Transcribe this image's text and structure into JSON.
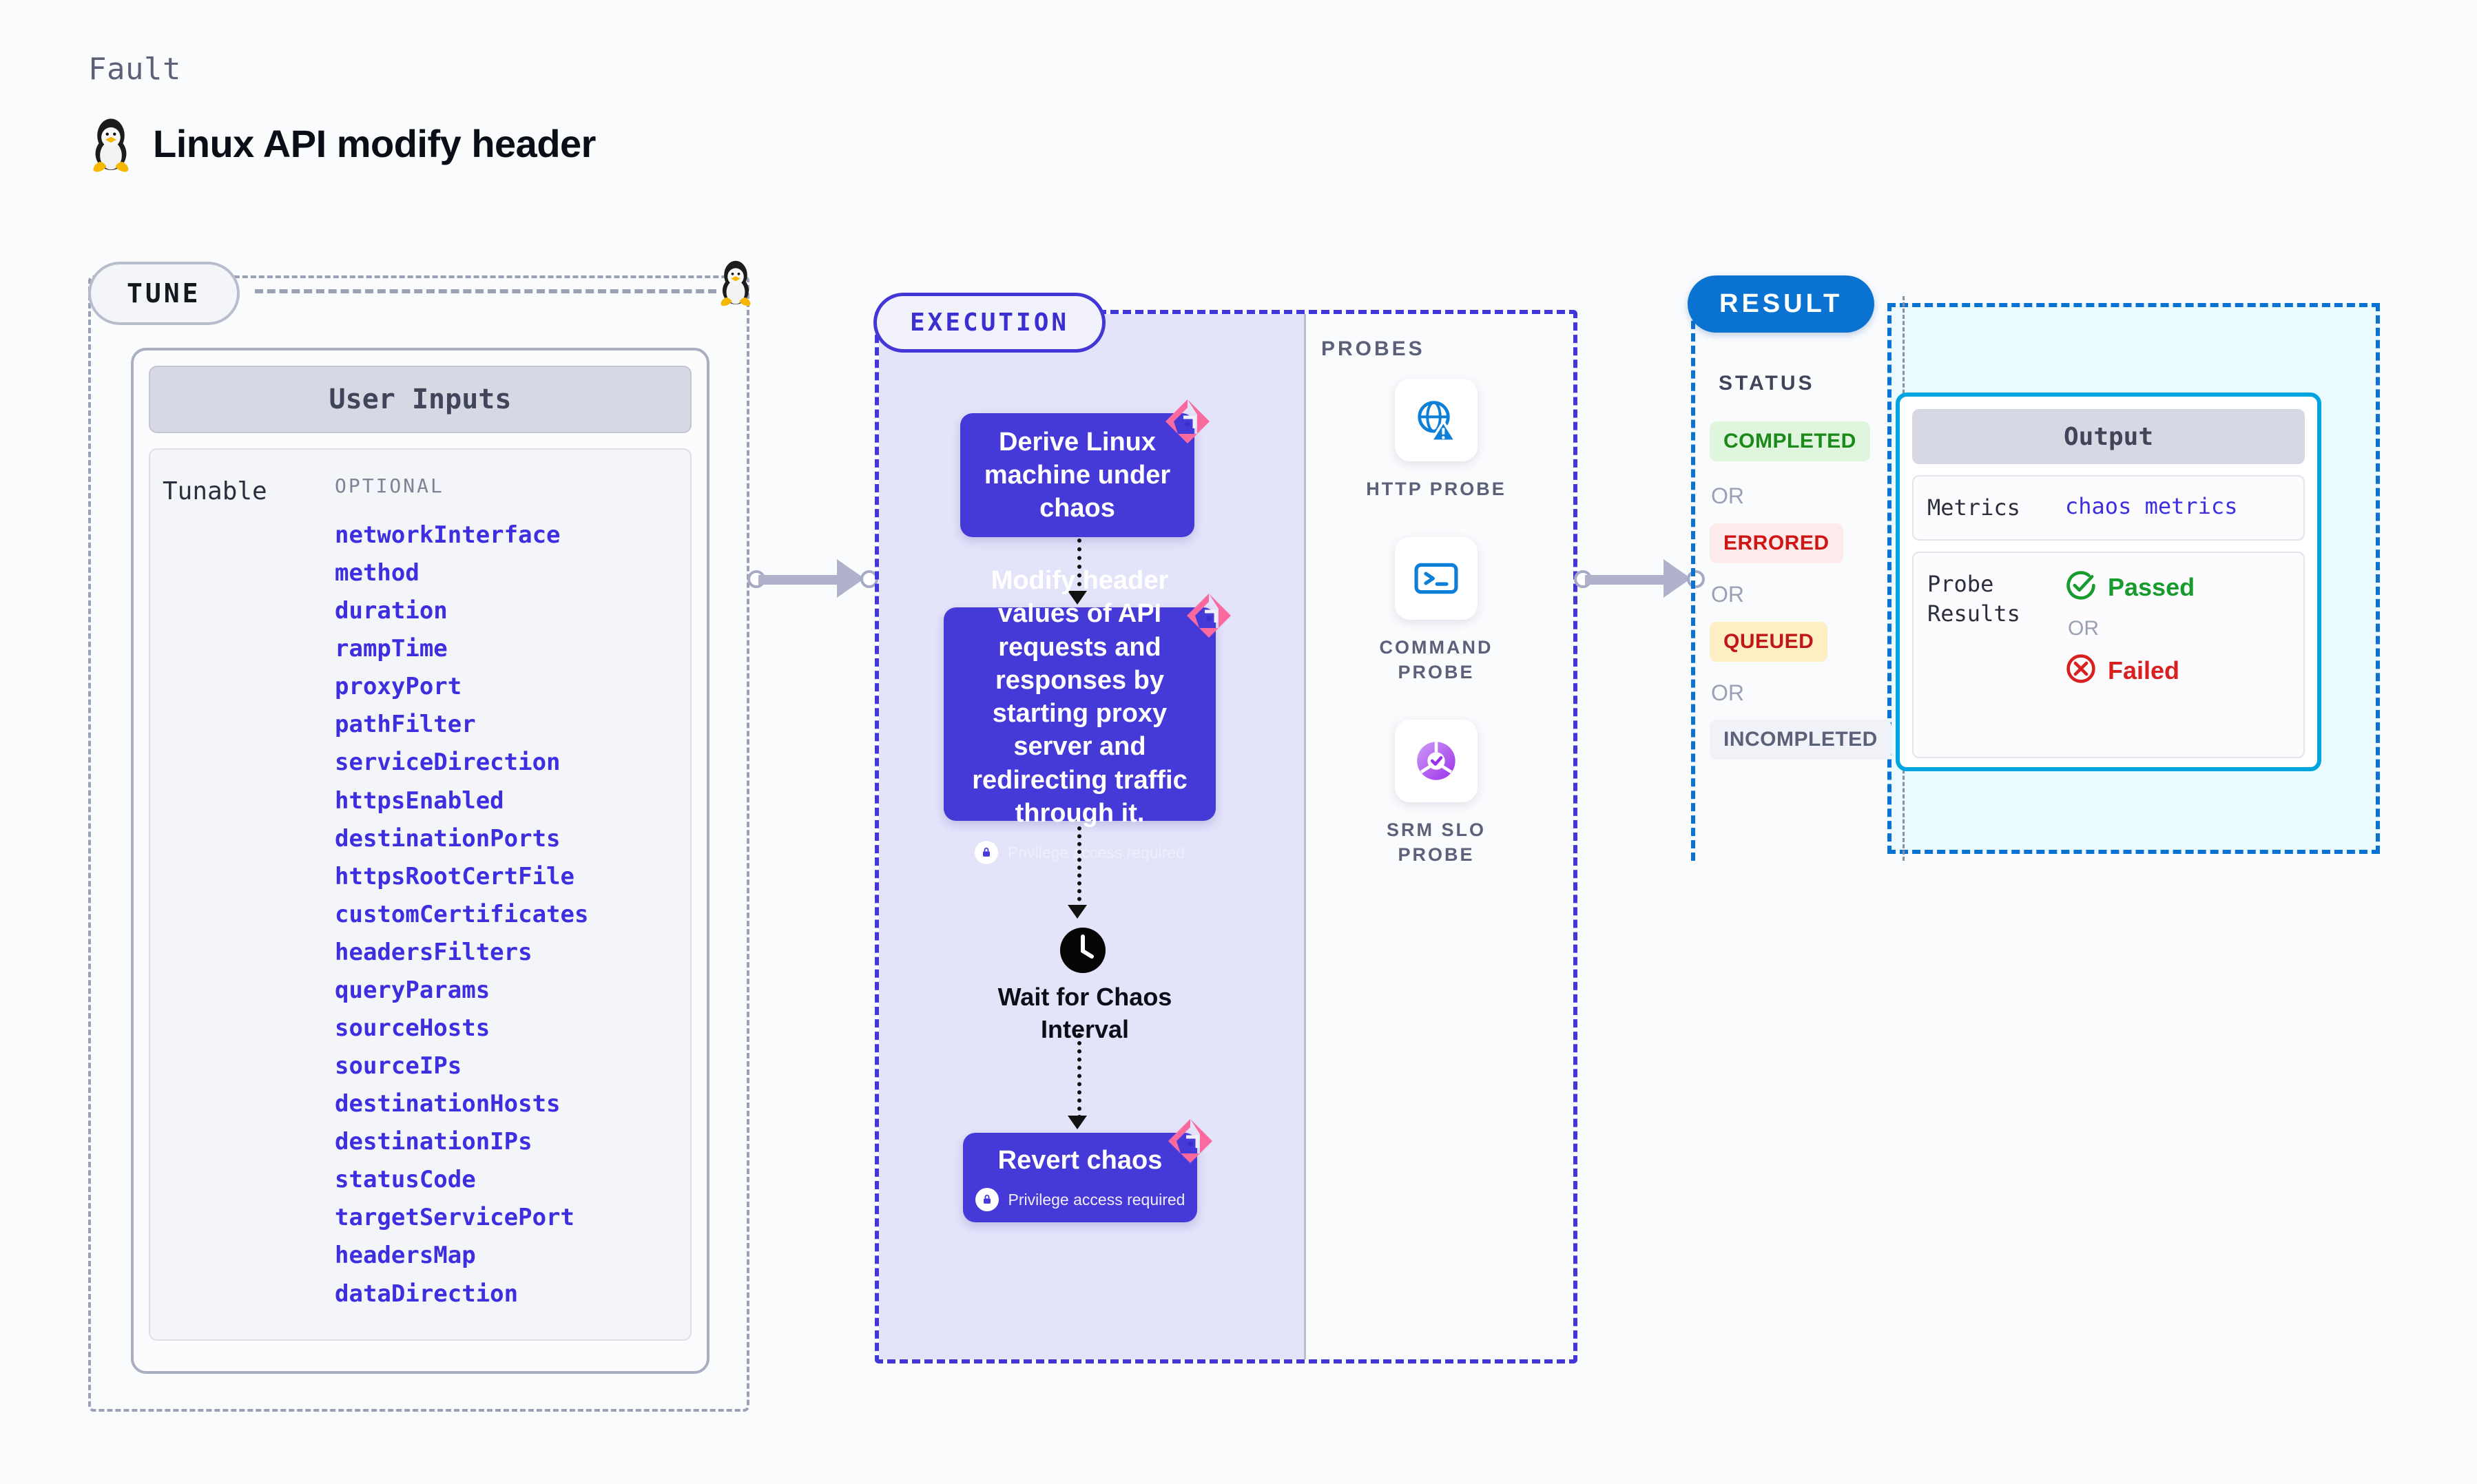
{
  "header": {
    "kicker": "Fault",
    "title": "Linux API modify header",
    "os_icon": "linux-penguin-icon"
  },
  "tune": {
    "badge": "TUNE",
    "penguin_icon": "linux-penguin-icon",
    "user_inputs": {
      "header": "User Inputs",
      "group_label": "Tunable",
      "optional_label": "OPTIONAL",
      "tunables": [
        "networkInterface",
        "method",
        "duration",
        "rampTime",
        "proxyPort",
        "pathFilter",
        "serviceDirection",
        "httpsEnabled",
        "destinationPorts",
        "httpsRootCertFile",
        "customCertificates",
        "headersFilters",
        "queryParams",
        "sourceHosts",
        "sourceIPs",
        "destinationHosts",
        "destinationIPs",
        "statusCode",
        "targetServicePort",
        "headersMap",
        "dataDirection"
      ]
    }
  },
  "execution": {
    "badge": "EXECUTION",
    "nodes": [
      {
        "text": "Derive Linux machine under chaos",
        "privilege": null,
        "ribbon_icon": "litmus-chaos-ribbon-icon"
      },
      {
        "text": "Modify header values of API requests and responses by starting proxy server and redirecting traffic through it.",
        "privilege": "Privilege access required",
        "ribbon_icon": "litmus-chaos-ribbon-icon"
      }
    ],
    "wait": {
      "icon": "clock-icon",
      "label": "Wait for Chaos Interval"
    },
    "revert": {
      "text": "Revert chaos",
      "privilege": "Privilege access required",
      "ribbon_icon": "litmus-chaos-ribbon-icon"
    }
  },
  "probes": {
    "title": "PROBES",
    "items": [
      {
        "label": "HTTP PROBE",
        "icon": "globe-warning-icon"
      },
      {
        "label": "COMMAND PROBE",
        "icon": "terminal-icon"
      },
      {
        "label": "SRM SLO PROBE",
        "icon": "srm-donut-check-icon"
      }
    ]
  },
  "result": {
    "badge": "RESULT",
    "status_title": "STATUS",
    "or_label": "OR",
    "statuses": [
      {
        "label": "COMPLETED",
        "bg": "#dff5de",
        "fg": "#1b8a1b"
      },
      {
        "label": "ERRORED",
        "bg": "#fdeaea",
        "fg": "#d01515"
      },
      {
        "label": "QUEUED",
        "bg": "#fdefc3",
        "fg": "#c01818"
      },
      {
        "label": "INCOMPLETED",
        "bg": "#f1f2f7",
        "fg": "#5b6178"
      }
    ],
    "output": {
      "header": "Output",
      "metrics_key": "Metrics",
      "metrics_value": "chaos metrics",
      "probe_key": "Probe Results",
      "passed": "Passed",
      "failed": "Failed",
      "or_label": "OR",
      "passed_icon": "check-circle-icon",
      "failed_icon": "x-circle-icon"
    }
  },
  "colors": {
    "accent_purple": "#4539d8",
    "accent_blue": "#0a72d0",
    "accent_cyan": "#00a5e0",
    "ribbon_pink": "#fb6a9e",
    "tunable_link": "#3d2fe0"
  }
}
